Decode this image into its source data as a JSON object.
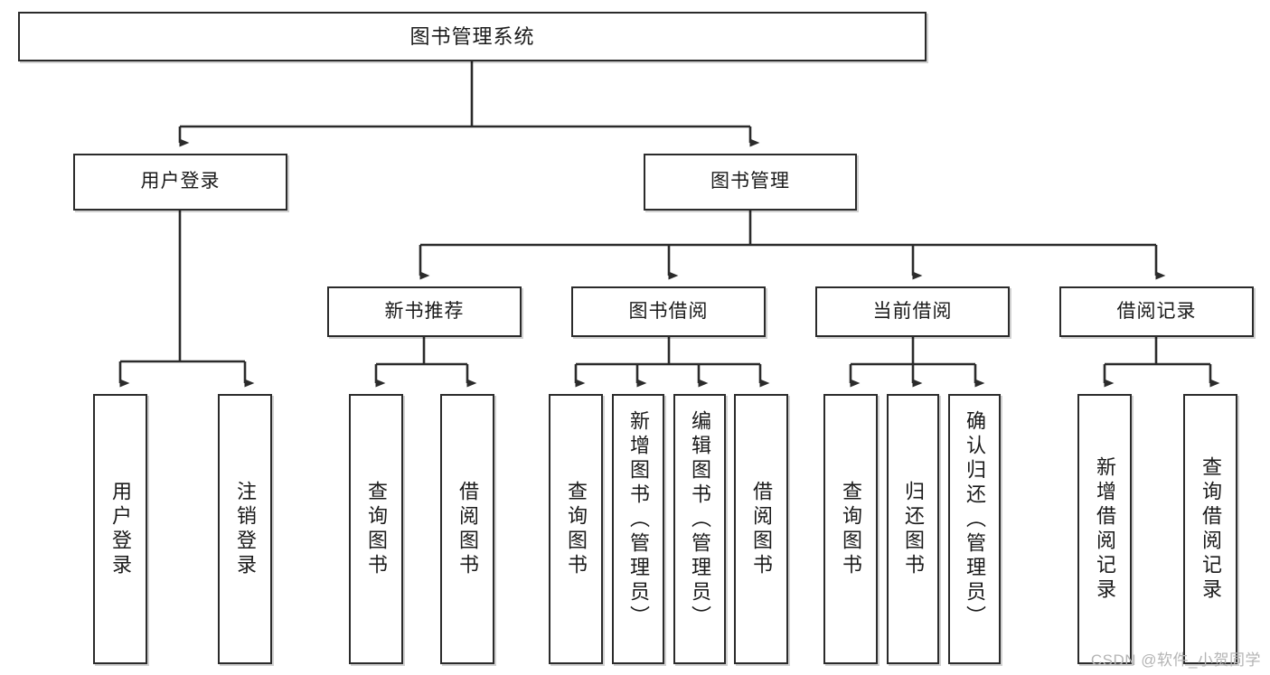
{
  "diagram": {
    "type": "tree",
    "title": "图书管理系统",
    "root": {
      "label": "图书管理系统"
    },
    "level2": [
      {
        "label": "用户登录"
      },
      {
        "label": "图书管理"
      }
    ],
    "level3": [
      {
        "label": "新书推荐"
      },
      {
        "label": "图书借阅"
      },
      {
        "label": "当前借阅"
      },
      {
        "label": "借阅记录"
      }
    ],
    "leaves": [
      {
        "label": "用户登录",
        "parent": "用户登录"
      },
      {
        "label": "注销登录",
        "parent": "用户登录"
      },
      {
        "label": "查询图书",
        "parent": "新书推荐"
      },
      {
        "label": "借阅图书",
        "parent": "新书推荐"
      },
      {
        "label": "查询图书",
        "parent": "图书借阅"
      },
      {
        "label": "新增图书（管理员）",
        "parent": "图书借阅"
      },
      {
        "label": "编辑图书（管理员）",
        "parent": "图书借阅"
      },
      {
        "label": "借阅图书",
        "parent": "图书借阅"
      },
      {
        "label": "查询图书",
        "parent": "当前借阅"
      },
      {
        "label": "归还图书",
        "parent": "当前借阅"
      },
      {
        "label": "确认归还（管理员）",
        "parent": "当前借阅"
      },
      {
        "label": "新增借阅记录",
        "parent": "借阅记录"
      },
      {
        "label": "查询借阅记录",
        "parent": "借阅记录"
      }
    ]
  },
  "watermark": {
    "text": "CSDN @软件_小贺同学"
  },
  "colors": {
    "box_border": "#2b2b2b",
    "box_fill": "#ffffff",
    "line": "#2b2b2b",
    "text": "#1a1a1a",
    "watermark": "#b4b4b4"
  }
}
